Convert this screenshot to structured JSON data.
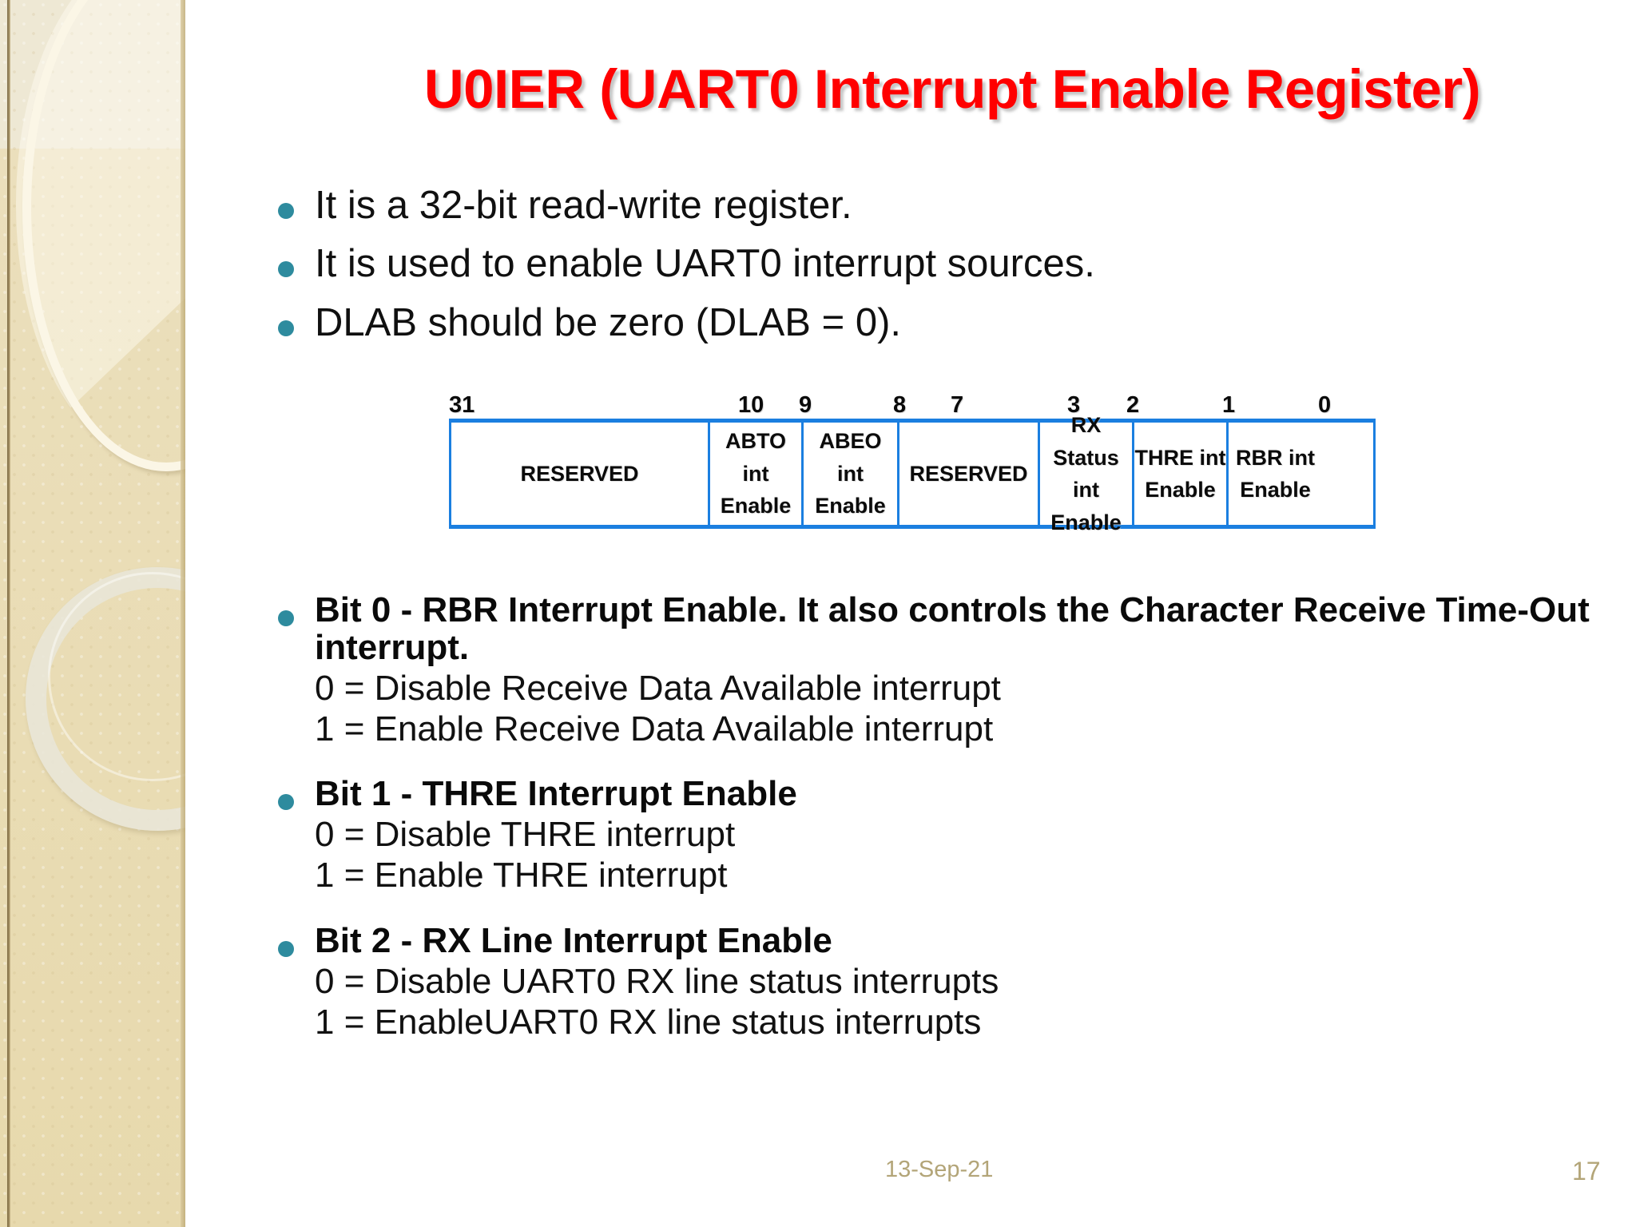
{
  "slide": {
    "title": "U0IER (UART0 Interrupt Enable Register)",
    "title_color": "#FF0000",
    "bullet_color": "#2E8B9E",
    "table_border_color": "#1B7FE0"
  },
  "intro_bullets": [
    {
      "text": "It is a 32-bit read-write register."
    },
    {
      "text": "It is used to enable UART0 interrupt sources."
    },
    {
      "text": "DLAB should be zero (DLAB = 0)."
    }
  ],
  "register_diagram": {
    "bit_labels": [
      "31",
      "10",
      "9",
      "8",
      "7",
      "3",
      "2",
      "1",
      "0"
    ],
    "fields": [
      {
        "name": "RESERVED",
        "line1": "RESERVED",
        "line2": ""
      },
      {
        "name": "ABTO int Enable",
        "line1": "ABTO int",
        "line2": "Enable"
      },
      {
        "name": "ABEO int Enable",
        "line1": "ABEO int",
        "line2": "Enable"
      },
      {
        "name": "RESERVED",
        "line1": "RESERVED",
        "line2": ""
      },
      {
        "name": "RX Status int Enable",
        "line1": "RX Status",
        "line2": "int Enable"
      },
      {
        "name": "THRE int Enable",
        "line1": "THRE int",
        "line2": "Enable"
      },
      {
        "name": "RBR int Enable",
        "line1": "RBR int",
        "line2": "Enable"
      }
    ]
  },
  "bit_details": [
    {
      "heading": "Bit 0 - RBR Interrupt Enable. It also controls the Character Receive Time-Out interrupt.",
      "line0": "0 = Disable Receive Data Available interrupt",
      "line1": "1 = Enable Receive Data Available interrupt"
    },
    {
      "heading": "Bit 1 - THRE Interrupt Enable",
      "line0": "0 = Disable THRE interrupt",
      "line1": "1 = Enable THRE interrupt"
    },
    {
      "heading": "Bit 2 - RX Line Interrupt Enable",
      "line0": "0 = Disable UART0 RX line status interrupts",
      "line1": "1 = EnableUART0 RX line status interrupts"
    }
  ],
  "footer": {
    "date": "13-Sep-21",
    "page_number": "17"
  }
}
